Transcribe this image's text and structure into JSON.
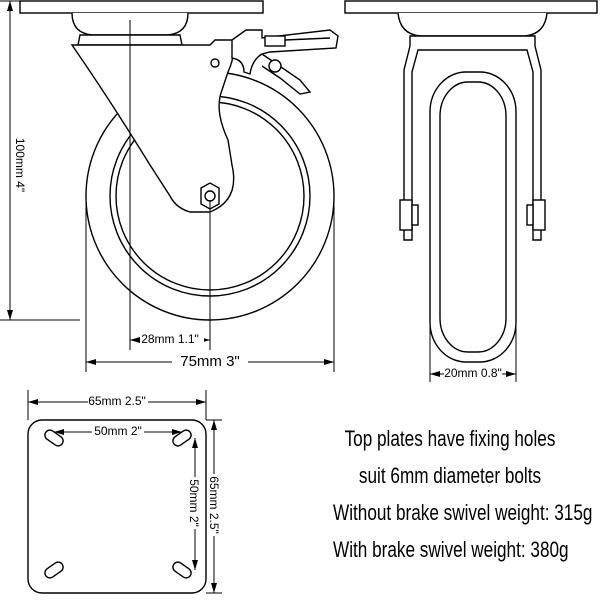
{
  "dimensions": {
    "height_label": "100mm 4\"",
    "offset_label": "28mm 1.1\"",
    "wheel_dia_label": "75mm 3\"",
    "wheel_width_label": "20mm 0.8\"",
    "plate_width_label": "65mm 2.5\"",
    "hole_spacing_x_label": "50mm 2\"",
    "hole_spacing_y_label": "50mm 2\"",
    "plate_height_label": "65mm 2.5\""
  },
  "notes": [
    "Top plates have fixing holes",
    "suit 6mm diameter bolts",
    "Without brake swivel weight: 315g",
    "With brake swivel weight: 380g"
  ],
  "colors": {
    "line": "#000000",
    "background": "#ffffff"
  }
}
